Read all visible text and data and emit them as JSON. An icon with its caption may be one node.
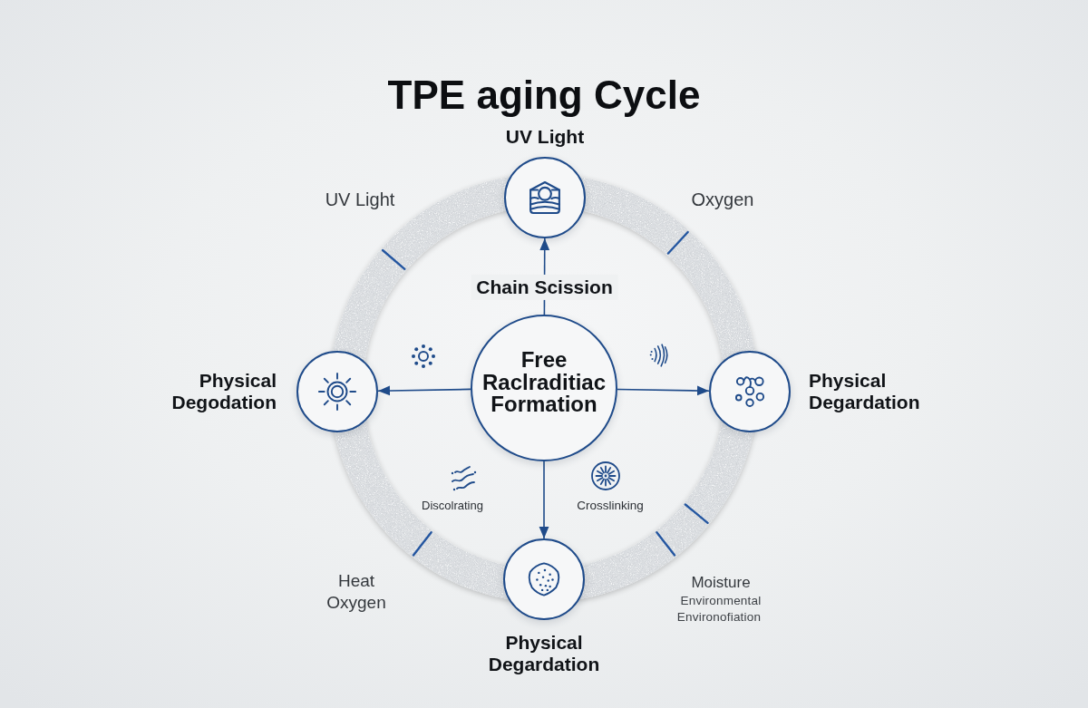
{
  "diagram": {
    "title": "TPE aging Cycle",
    "nodes": [
      {
        "text": [
          "UV Light"
        ]
      },
      {
        "text": [
          "Physical Degodation"
        ]
      },
      {
        "text": [
          "Free Raclraditiac Formation"
        ]
      },
      {
        "text": [
          "Physical Degardation"
        ]
      },
      {
        "text": [
          "Physical Degardation"
        ]
      }
    ],
    "edges": [
      {
        "from": 2,
        "to": 0,
        "arrow": "to",
        "label": "Chain Scission"
      },
      {
        "from": 2,
        "to": 1,
        "arrow": "to"
      },
      {
        "from": 2,
        "to": 3,
        "arrow": "to"
      },
      {
        "from": 2,
        "to": 4,
        "arrow": "to"
      }
    ],
    "labels": [
      "UV Light",
      "Oxygen",
      "Discolrating",
      "Crosslinking",
      "Heat",
      "Oxygen",
      "Moisture",
      "Environmental",
      "Environofiation"
    ]
  }
}
